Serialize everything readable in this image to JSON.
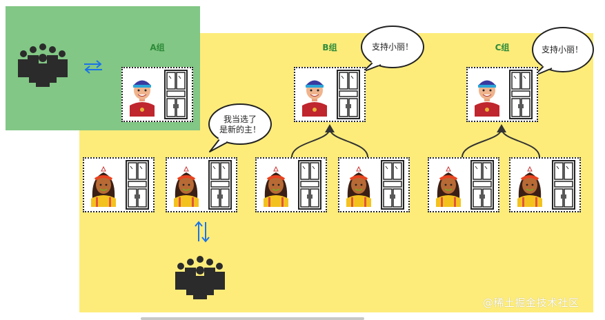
{
  "groups": {
    "a": {
      "label": "A组"
    },
    "b": {
      "label": "B组"
    },
    "c": {
      "label": "C组"
    }
  },
  "bubbles": {
    "b_support": "支持小丽！",
    "c_support": "支持小丽！",
    "elected": [
      "我当选了",
      "是新的主！"
    ]
  },
  "icons": {
    "crowd": "crowd-icon",
    "swap_horizontal": "swap-horizontal-icon",
    "swap_vertical": "swap-vertical-icon",
    "male_avatar": "male-avatar-icon",
    "female_avatar": "female-avatar-icon",
    "cabinet": "cabinet-icon"
  },
  "colors": {
    "yellow_area": "#fdec7a",
    "green_area": "#82c785",
    "group_label": "#2e8b3a",
    "arrow_blue": "#1a73e8"
  },
  "watermark": "@稀土掘金技术社区"
}
